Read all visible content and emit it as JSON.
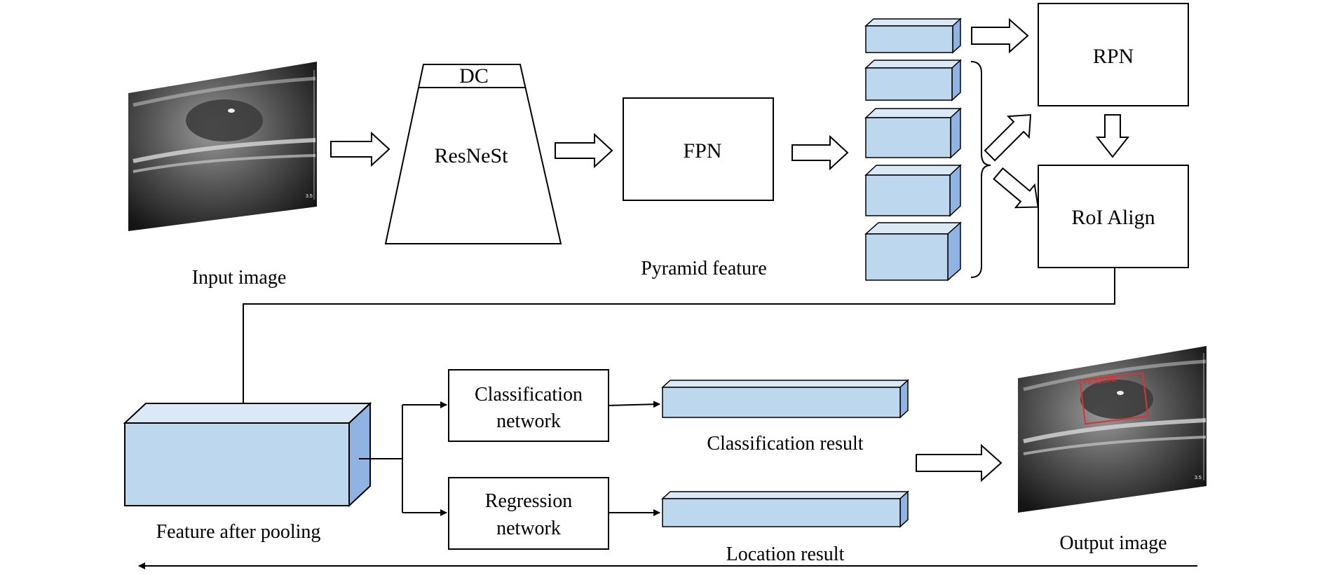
{
  "labels": {
    "input_image": "Input image",
    "dc": "DC",
    "resnest": "ResNeSt",
    "fpn": "FPN",
    "pyramid_feature": "Pyramid feature",
    "rpn": "RPN",
    "roi_align": "RoI Align",
    "feature_after_pooling": "Feature after pooling",
    "classification_network_line1": "Classification",
    "classification_network_line2": "network",
    "regression_network_line1": "Regression",
    "regression_network_line2": "network",
    "classification_result": "Classification result",
    "location_result": "Location result",
    "output_image": "Output image",
    "nodule_tag": "nodule",
    "depth_marker": "3.5"
  },
  "colors": {
    "feature_face": "#bdd7ee",
    "feature_side": "#8fb4e3",
    "feature_top": "#dbe9f6",
    "line": "#000000",
    "detection_box": "#e03030"
  },
  "icons": {
    "input_image": "ultrasound-image",
    "output_image": "ultrasound-image-with-detection"
  }
}
